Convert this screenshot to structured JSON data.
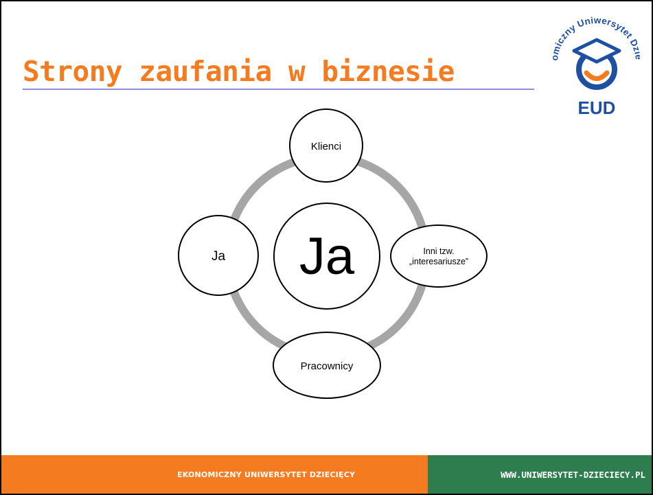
{
  "slide": {
    "title": "Strony zaufania w biznesie",
    "title_color": "#f47b20",
    "rule_color": "#8f8fd6"
  },
  "logo": {
    "arc_text": "Ekonomiczny Uniwersytet Dziecięcy",
    "acronym": "EUD",
    "blue": "#1d4fa3",
    "orange": "#f47b20"
  },
  "diagram": {
    "type": "cycle",
    "ring_color": "#a6a6a6",
    "center": {
      "label": "Ja"
    },
    "nodes": {
      "top": {
        "label": "Klienci"
      },
      "right": {
        "line1": "Inni tzw.",
        "line2": "„interesariusze”"
      },
      "bottom": {
        "label": "Pracownicy"
      },
      "left": {
        "label": "Ja"
      }
    }
  },
  "footer": {
    "name": "EKONOMICZNY UNIWERSYTET DZIECIĘCY",
    "url": "WWW.UNIWERSYTET-DZIECIECY.PL",
    "orange": "#f47b20",
    "green": "#2e7d4f"
  }
}
